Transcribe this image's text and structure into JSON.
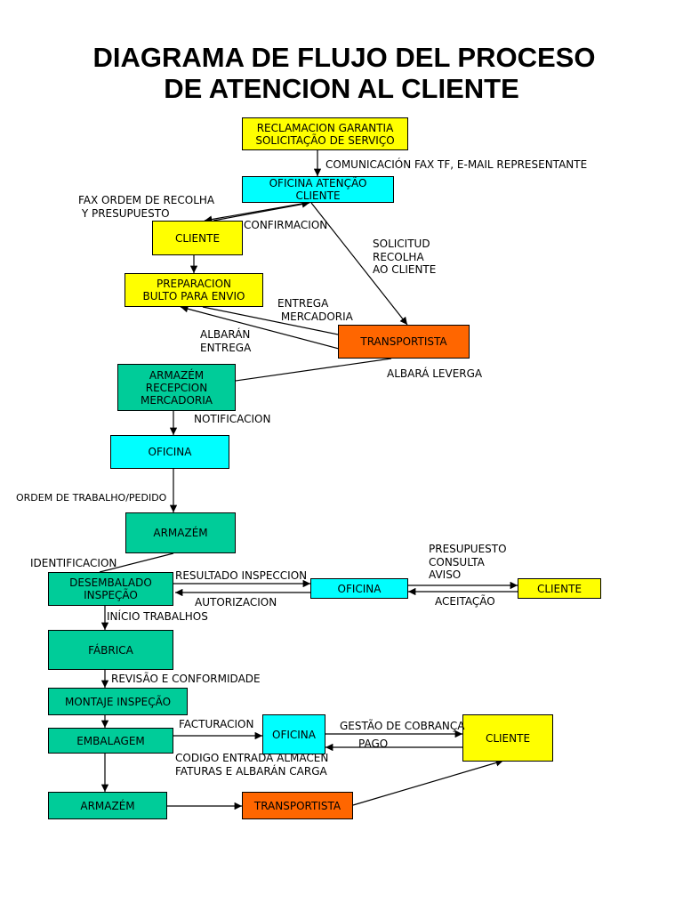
{
  "title": {
    "line1": "DIAGRAMA DE FLUJO DEL PROCESO",
    "line2": "DE ATENCION AL CLIENTE"
  },
  "colors": {
    "yellow": "#ffff00",
    "cyan": "#00ffff",
    "green": "#00cc99",
    "orange": "#ff6600"
  },
  "nodes": {
    "reclamacion": "RECLAMACION GARANTIA\n  SOLICITAÇÃO DE SERVIÇO",
    "oficina_atencao": "OFICINA ATENÇÃO\n  CLIENTE",
    "cliente_1": "CLIENTE",
    "preparacion": "PREPARACION\nBULTO PARA ENVIO",
    "transportista_1": "TRANSPORTISTA",
    "armazem_recepcion": "ARMAZÉM\nRECEPCION\n MERCADORIA",
    "oficina_1": "OFICINA",
    "armazem_1": "ARMAZÉM",
    "desembalado": "DESEMBALADO\nINSPEÇÃO",
    "oficina_2": "OFICINA",
    "cliente_2": "CLIENTE",
    "fabrica": "FÁBRICA",
    "montaje": "MONTAJE INSPEÇÃO",
    "embalagem": "EMBALAGEM",
    "oficina_3": "OFICINA",
    "cliente_3": "CLIENTE",
    "armazem_2": "ARMAZÉM",
    "transportista_2": "TRANSPORTISTA"
  },
  "labels": {
    "comunicacion": "COMUNICACIÓN FAX TF, E-MAIL REPRESENTANTE",
    "fax_ordem": "FAX ORDEM DE RECOLHA\n Y PRESUPUESTO",
    "confirmacion": "CONFIRMACION",
    "solicitud": "SOLICITUD\nRECOLHA\nAO CLIENTE",
    "entrega_mercadoria": "ENTREGA\n MERCADORIA",
    "albaran_entrega": "ALBARÁN\nENTREGA",
    "albara_leverga": "ALBARÁ LEVERGA",
    "notificacion": "NOTIFICACION",
    "ordem_trabalho": "ORDEM DE TRABALHO/PEDIDO",
    "identificacion": "IDENTIFICACION",
    "resultado_inspeccion": "RESULTADO INSPECCION",
    "autorizacion": "AUTORIZACION",
    "presupuesto": "PRESUPUESTO\nCONSULTA\nAVISO",
    "aceitacao": "ACEITAÇÃO",
    "inicio_trabalhos": "INÍCIO TRABALHOS",
    "revisao": "REVISÃO E CONFORMIDADE",
    "facturacion": "FACTURACION",
    "gestao_cobranca": "GESTÃO DE COBRANÇA",
    "pago": "PAGO",
    "codigo_entrada": "CODIGO ENTRADA ALMACEN\nFATURAS E ALBARÁN CARGA"
  }
}
